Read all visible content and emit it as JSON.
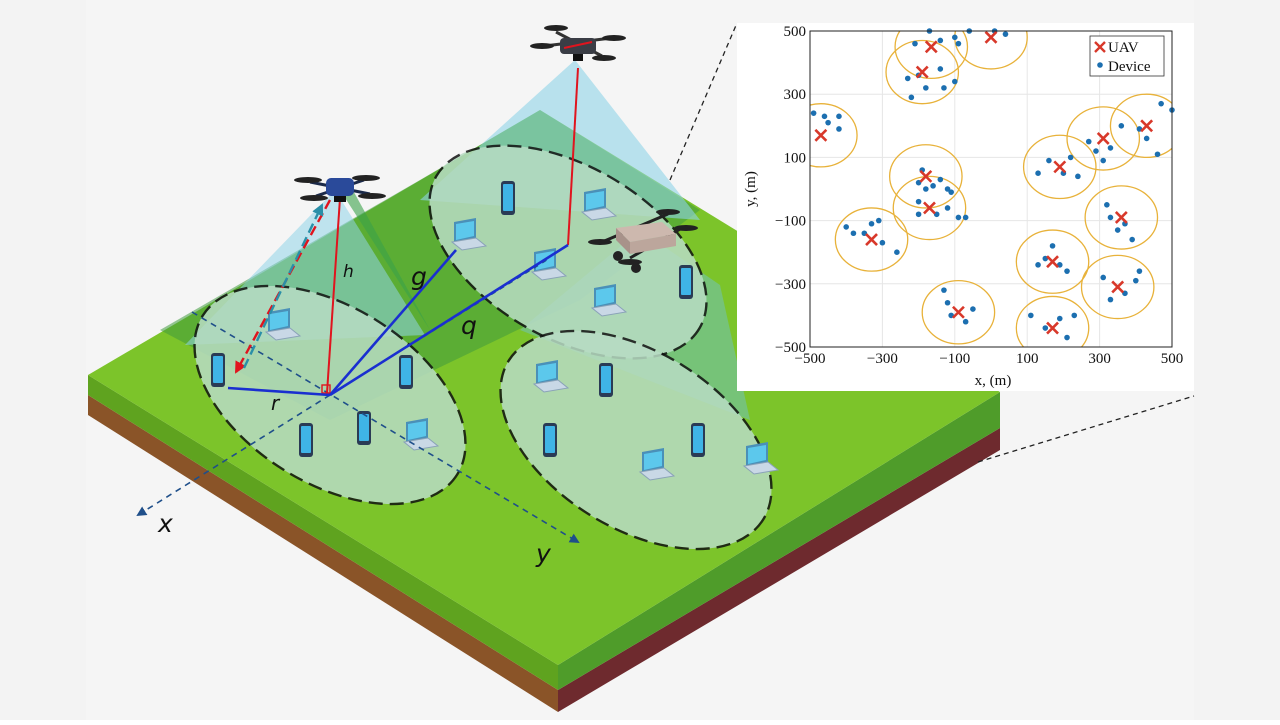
{
  "scene": {
    "labels": {
      "h": "h",
      "g": "g",
      "q": "q",
      "r": "r",
      "x": "x",
      "y": "y"
    },
    "colors": {
      "ground_top": "#6cc12a",
      "ground_dark": "#3f9a1e",
      "soil": "#8a5428",
      "soil_dark": "#6e2a2e",
      "link_blue": "#1a2fd0",
      "link_red": "#e0141e",
      "cone_blue": "#8fd3e8",
      "zone_fill": "#b8dcc4"
    }
  },
  "chart_data": {
    "type": "scatter",
    "title": "",
    "xlabel": "x, (m)",
    "ylabel": "y, (m)",
    "xlim": [
      -500,
      500
    ],
    "ylim": [
      -500,
      500
    ],
    "xticks": [
      "−500",
      "−300",
      "−100",
      "100",
      "300",
      "500"
    ],
    "yticks": [
      "500",
      "300",
      "100",
      "−100",
      "−300",
      "−500"
    ],
    "grid": true,
    "legend": {
      "placement": "top-right",
      "entries": [
        "UAV",
        "Device"
      ]
    },
    "coverage_radius": 100,
    "series": [
      {
        "name": "UAV",
        "marker": "x",
        "color": "#d8382a",
        "points": [
          [
            -470,
            170
          ],
          [
            -165,
            450
          ],
          [
            -190,
            370
          ],
          [
            0,
            480
          ],
          [
            -180,
            40
          ],
          [
            -170,
            -60
          ],
          [
            -330,
            -160
          ],
          [
            -90,
            -390
          ],
          [
            170,
            -440
          ],
          [
            170,
            -230
          ],
          [
            190,
            70
          ],
          [
            310,
            160
          ],
          [
            430,
            200
          ],
          [
            360,
            -90
          ],
          [
            350,
            -310
          ]
        ]
      },
      {
        "name": "Device",
        "marker": "dot",
        "color": "#1c6fb0",
        "points": [
          [
            -490,
            240
          ],
          [
            -460,
            230
          ],
          [
            -450,
            210
          ],
          [
            -420,
            190
          ],
          [
            -420,
            230
          ],
          [
            -210,
            460
          ],
          [
            -170,
            500
          ],
          [
            -140,
            470
          ],
          [
            -100,
            480
          ],
          [
            -90,
            460
          ],
          [
            -60,
            500
          ],
          [
            -230,
            350
          ],
          [
            -220,
            290
          ],
          [
            -200,
            360
          ],
          [
            -180,
            320
          ],
          [
            -140,
            380
          ],
          [
            -130,
            320
          ],
          [
            -100,
            340
          ],
          [
            10,
            500
          ],
          [
            40,
            490
          ],
          [
            -200,
            20
          ],
          [
            -190,
            60
          ],
          [
            -180,
            0
          ],
          [
            -160,
            10
          ],
          [
            -140,
            30
          ],
          [
            -120,
            0
          ],
          [
            -110,
            -10
          ],
          [
            -200,
            -40
          ],
          [
            -200,
            -80
          ],
          [
            -150,
            -80
          ],
          [
            -120,
            -60
          ],
          [
            -90,
            -90
          ],
          [
            -70,
            -90
          ],
          [
            -400,
            -120
          ],
          [
            -380,
            -140
          ],
          [
            -350,
            -140
          ],
          [
            -330,
            -110
          ],
          [
            -310,
            -100
          ],
          [
            -300,
            -170
          ],
          [
            -260,
            -200
          ],
          [
            -130,
            -320
          ],
          [
            -120,
            -360
          ],
          [
            -110,
            -400
          ],
          [
            -70,
            -420
          ],
          [
            -50,
            -380
          ],
          [
            110,
            -400
          ],
          [
            150,
            -440
          ],
          [
            190,
            -410
          ],
          [
            210,
            -470
          ],
          [
            230,
            -400
          ],
          [
            130,
            -240
          ],
          [
            150,
            -220
          ],
          [
            170,
            -180
          ],
          [
            190,
            -240
          ],
          [
            210,
            -260
          ],
          [
            130,
            50
          ],
          [
            160,
            90
          ],
          [
            200,
            50
          ],
          [
            220,
            100
          ],
          [
            240,
            40
          ],
          [
            270,
            150
          ],
          [
            290,
            120
          ],
          [
            310,
            90
          ],
          [
            330,
            130
          ],
          [
            360,
            200
          ],
          [
            410,
            190
          ],
          [
            430,
            160
          ],
          [
            460,
            110
          ],
          [
            470,
            270
          ],
          [
            500,
            250
          ],
          [
            320,
            -50
          ],
          [
            330,
            -90
          ],
          [
            350,
            -130
          ],
          [
            370,
            -110
          ],
          [
            390,
            -160
          ],
          [
            310,
            -280
          ],
          [
            330,
            -350
          ],
          [
            370,
            -330
          ],
          [
            400,
            -290
          ],
          [
            410,
            -260
          ]
        ]
      }
    ]
  }
}
